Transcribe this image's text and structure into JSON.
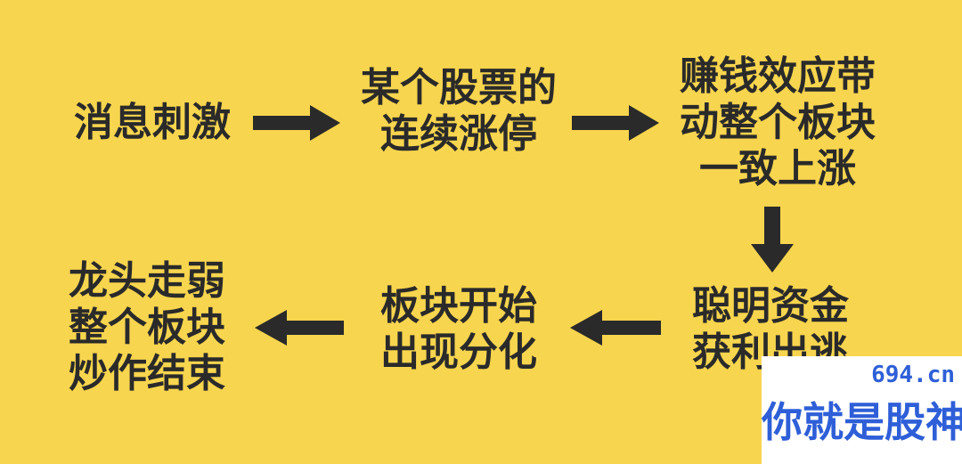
{
  "diagram": {
    "nodes": [
      {
        "id": "n1",
        "lines": [
          "消息刺激"
        ]
      },
      {
        "id": "n2",
        "lines": [
          "某个股票的",
          "连续涨停"
        ]
      },
      {
        "id": "n3",
        "lines": [
          "赚钱效应带",
          "动整个板块",
          "一致上涨"
        ]
      },
      {
        "id": "n4",
        "lines": [
          "聪明资金",
          "获利出逃"
        ]
      },
      {
        "id": "n5",
        "lines": [
          "板块开始",
          "出现分化"
        ]
      },
      {
        "id": "n6",
        "lines": [
          "龙头走弱",
          "整个板块",
          "炒作结束"
        ]
      }
    ],
    "edges": [
      {
        "from": "n1",
        "to": "n2",
        "direction": "right"
      },
      {
        "from": "n2",
        "to": "n3",
        "direction": "right"
      },
      {
        "from": "n3",
        "to": "n4",
        "direction": "down"
      },
      {
        "from": "n4",
        "to": "n5",
        "direction": "left"
      },
      {
        "from": "n5",
        "to": "n6",
        "direction": "left"
      }
    ]
  },
  "watermark": {
    "site": "694.cn",
    "slogan": "你就是股神"
  },
  "colors": {
    "background": "#f7d54e",
    "text": "#2a2a2a",
    "arrow": "#2a2a2a",
    "watermark_text": "#2e5fd8",
    "watermark_bg": "#ffffff"
  }
}
